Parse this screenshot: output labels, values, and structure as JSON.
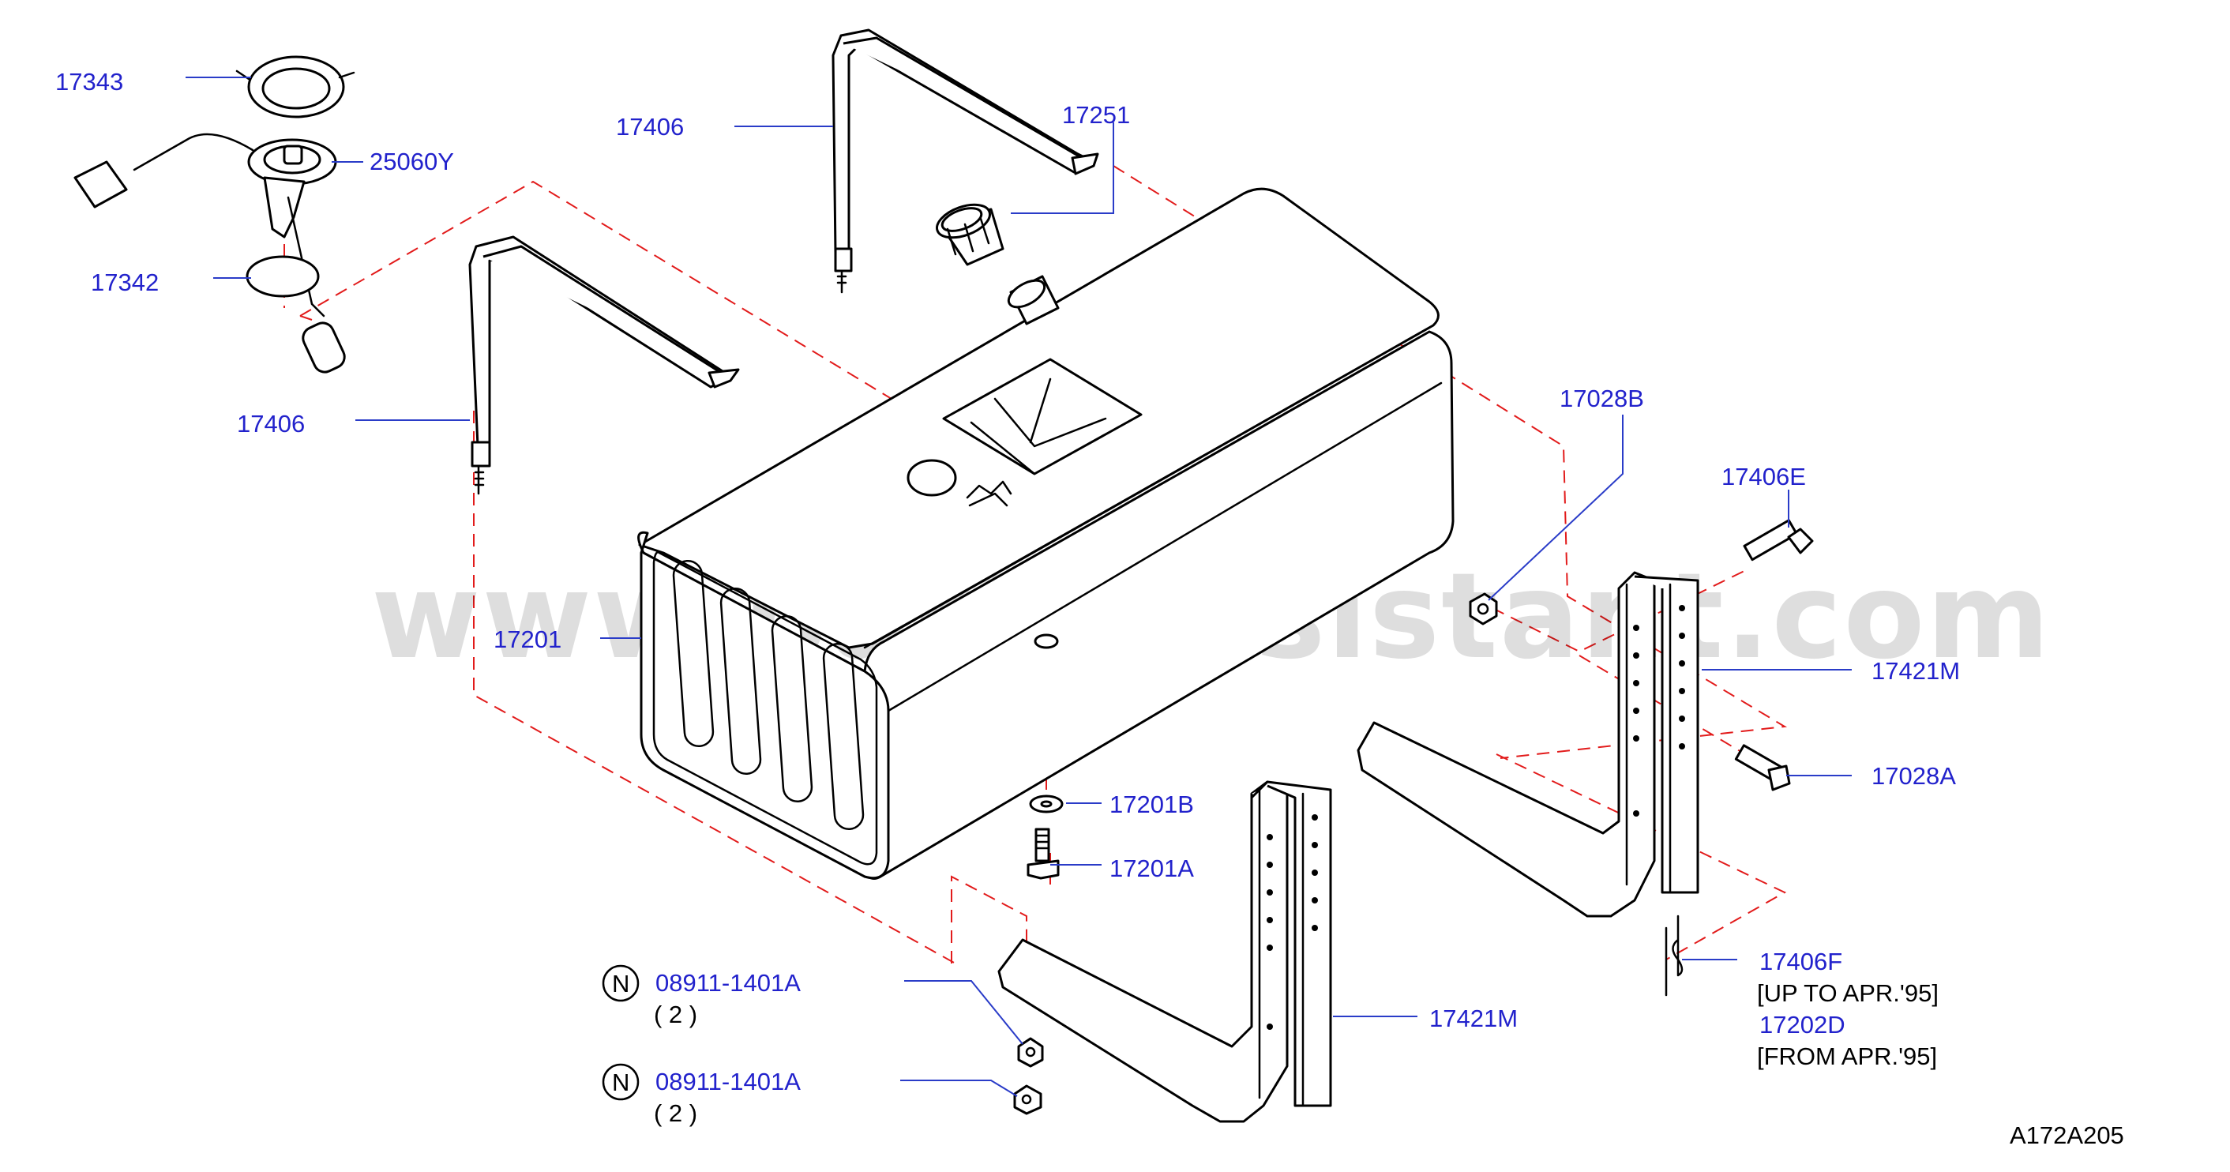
{
  "diagram_code": "A172A205",
  "watermark": "www.partsassistant.com",
  "callouts": [
    {
      "id": "c17343",
      "text": "17343"
    },
    {
      "id": "c25060y",
      "text": "25060Y"
    },
    {
      "id": "c17342",
      "text": "17342"
    },
    {
      "id": "c17406a",
      "text": "17406"
    },
    {
      "id": "c17406b",
      "text": "17406"
    },
    {
      "id": "c17251",
      "text": "17251"
    },
    {
      "id": "c17201",
      "text": "17201"
    },
    {
      "id": "c17028b",
      "text": "17028B"
    },
    {
      "id": "c17406e",
      "text": "17406E"
    },
    {
      "id": "c17421m_r",
      "text": "17421M"
    },
    {
      "id": "c17028a",
      "text": "17028A"
    },
    {
      "id": "c17201b",
      "text": "17201B"
    },
    {
      "id": "c17201a",
      "text": "17201A"
    },
    {
      "id": "c17406f",
      "text": "17406F"
    },
    {
      "id": "c17202d",
      "text": "17202D"
    },
    {
      "id": "c17421m_l",
      "text": "17421M"
    },
    {
      "id": "c08911_1",
      "text": "08911-1401A"
    },
    {
      "id": "c08911_2",
      "text": "08911-1401A"
    }
  ],
  "notes": {
    "up_to": "[UP TO APR.'95]",
    "from": "[FROM APR.'95]"
  },
  "nut_badges": [
    {
      "symbol": "N",
      "qty": "( 2 )"
    },
    {
      "symbol": "N",
      "qty": "( 2 )"
    }
  ],
  "colors": {
    "label": "#2222cc",
    "leader": "#2a3cc8",
    "dashed": "#e21b1b",
    "line": "#000000"
  }
}
